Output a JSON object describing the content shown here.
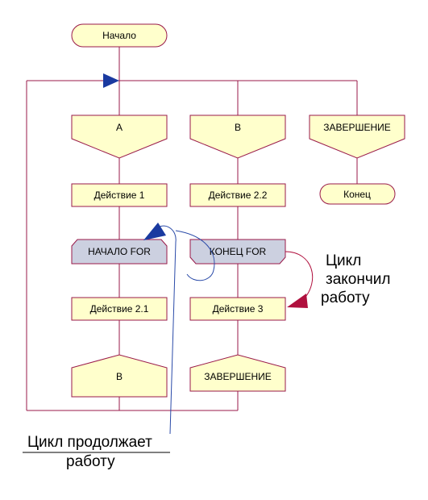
{
  "blocks": {
    "start": "Начало",
    "a": "A",
    "b": "B",
    "finish_top": "ЗАВЕРШЕНИЕ",
    "end": "Конец",
    "action1": "Действие 1",
    "action22": "Действие 2.2",
    "loop_start": "НАЧАЛО FOR",
    "loop_end": "КОНЕЦ FOR",
    "action21": "Действие 2.1",
    "action3": "Действие 3",
    "b_bottom": "B",
    "finish_bottom": "ЗАВЕРШЕНИЕ"
  },
  "notes": {
    "loop_finished": [
      "Цикл",
      "закончил",
      "работу"
    ],
    "loop_continues": [
      "Цикл продолжает",
      "работу"
    ]
  },
  "colors": {
    "stroke": "#9a1a4a",
    "block_fill": "#ffffcc",
    "loop_fill": "#ccd0e0",
    "arrow_blue": "#1a3aa0",
    "arrow_red": "#b0103e",
    "note_line_blue": "#2a4aa8"
  }
}
